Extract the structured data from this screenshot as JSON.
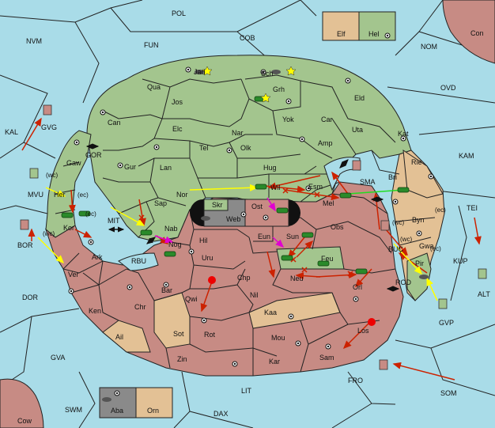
{
  "colors": {
    "sea": "#a9dce8",
    "land_green": "#a3c58e",
    "land_red": "#c78b84",
    "land_tan": "#e3c195",
    "land_gray": "#8a8a8a",
    "border": "#222222",
    "arrow_red": "#cc2200",
    "arrow_yellow": "#ffff00",
    "arrow_magenta": "#e000d0",
    "arrow_green": "#22dd22"
  },
  "sea_regions": {
    "pol": "POL",
    "nvm": "NVM",
    "fun": "FUN",
    "cob": "COB",
    "nom": "NOM",
    "con": "Con",
    "ovd": "OVD",
    "kal": "KAL",
    "kam": "KAM",
    "tei": "TEI",
    "kup": "KUP",
    "alt": "ALT",
    "dor": "DOR",
    "gva": "GVA",
    "fro": "FRO",
    "som": "SOM",
    "lit": "LIT",
    "swm": "SWM",
    "dax": "DAX",
    "cow": "Cow",
    "mvu": "MVU",
    "gvg": "GVG",
    "gor": "GOR",
    "mit": "MIT",
    "rbu": "RBU",
    "bor": "BOR",
    "sma": "SMA",
    "buc": "BUC",
    "rod": "ROD",
    "gvp": "GVP"
  },
  "provinces": {
    "jad": "Jad",
    "sch": "Sch",
    "qua": "Qua",
    "jos": "Jos",
    "grh": "Grh",
    "eld": "Eld",
    "can": "Can",
    "yok": "Yok",
    "car": "Car",
    "uta": "Uta",
    "elc": "Elc",
    "nar": "Nar",
    "kat": "Kat",
    "tel": "Tel",
    "olk": "Olk",
    "amp": "Amp",
    "gaw": "Gaw",
    "gur": "Gur",
    "lan": "Lan",
    "hug": "Hug",
    "rie": "Rie",
    "bri": "Bri",
    "nor": "Nor",
    "wil": "Wil",
    "esm": "Esm",
    "sap": "Sap",
    "mel": "Mel",
    "skr": "Skr",
    "web": "Web",
    "ost": "Ost",
    "her": "Her",
    "kor": "Kor",
    "byn": "Byn",
    "nab": "Nab",
    "eun": "Eun",
    "sun": "Sun",
    "obs": "Obs",
    "hil": "Hil",
    "nog": "Nog",
    "gwa": "Gwa",
    "ark": "Ark",
    "uru": "Uru",
    "feu": "Feu",
    "pir": "Pir",
    "ver": "Ver",
    "chp": "Chp",
    "neu": "Neu",
    "bar": "Bar",
    "qwi": "Qwi",
    "nil": "Nil",
    "orl": "Orl",
    "ken": "Ken",
    "chr": "Chr",
    "kaa": "Kaa",
    "sot": "Sot",
    "rot": "Rot",
    "mou": "Mou",
    "los": "Los",
    "ail": "Ail",
    "zin": "Zin",
    "kar": "Kar",
    "sam": "Sam",
    "elf": "Elf",
    "hel": "Hel",
    "aba": "Aba",
    "orn": "Orn"
  },
  "coast_labels": {
    "wc": "(wc)",
    "ec": "(ec)"
  }
}
